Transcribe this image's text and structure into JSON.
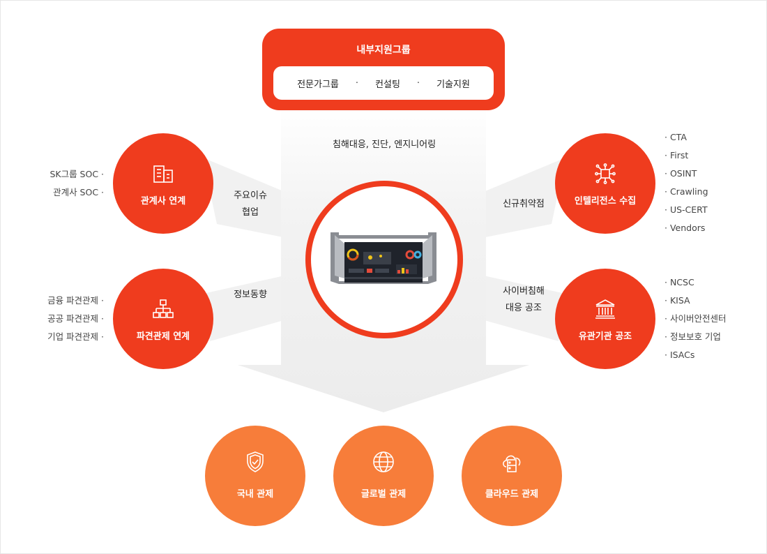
{
  "top_group": {
    "title": "내부지원그룹",
    "items": [
      "전문가그룹",
      "컨설팅",
      "기술지원"
    ],
    "separator": "·"
  },
  "center_label": "침해대응, 진단, 엔지니어링",
  "left_nodes": [
    {
      "label": "관계사 연계",
      "icon": "building-icon",
      "link_label": [
        "주요이슈",
        "협업"
      ],
      "list": [
        "SK그룹 SOC ·",
        "관계사 SOC ·"
      ]
    },
    {
      "label": "파견관제 연계",
      "icon": "org-chart-icon",
      "link_label": [
        "정보동향"
      ],
      "list": [
        "금융 파견관제 ·",
        "공공 파견관제 ·",
        "기업 파견관제 ·"
      ]
    }
  ],
  "right_nodes": [
    {
      "label": "인텔리전스 수집",
      "icon": "network-chip-icon",
      "link_label": [
        "신규취약점"
      ],
      "list": [
        "· CTA",
        "· First",
        "· OSINT",
        "· Crawling",
        "· US-CERT",
        "· Vendors"
      ]
    },
    {
      "label": "유관기관 공조",
      "icon": "institution-icon",
      "link_label": [
        "사이버침해",
        "대응 공조"
      ],
      "list": [
        "· NCSC",
        "· KISA",
        "· 사이버안전센터",
        "· 정보보호 기업",
        "· ISACs"
      ]
    }
  ],
  "bottom_nodes": [
    {
      "label": "국내 관제",
      "icon": "shield-check-icon"
    },
    {
      "label": "글로벌 관제",
      "icon": "globe-icon"
    },
    {
      "label": "클라우드 관제",
      "icon": "cloud-server-icon"
    }
  ],
  "colors": {
    "primary": "#ef3c1e",
    "secondary": "#f77d3a",
    "band": "#f3f3f3"
  }
}
